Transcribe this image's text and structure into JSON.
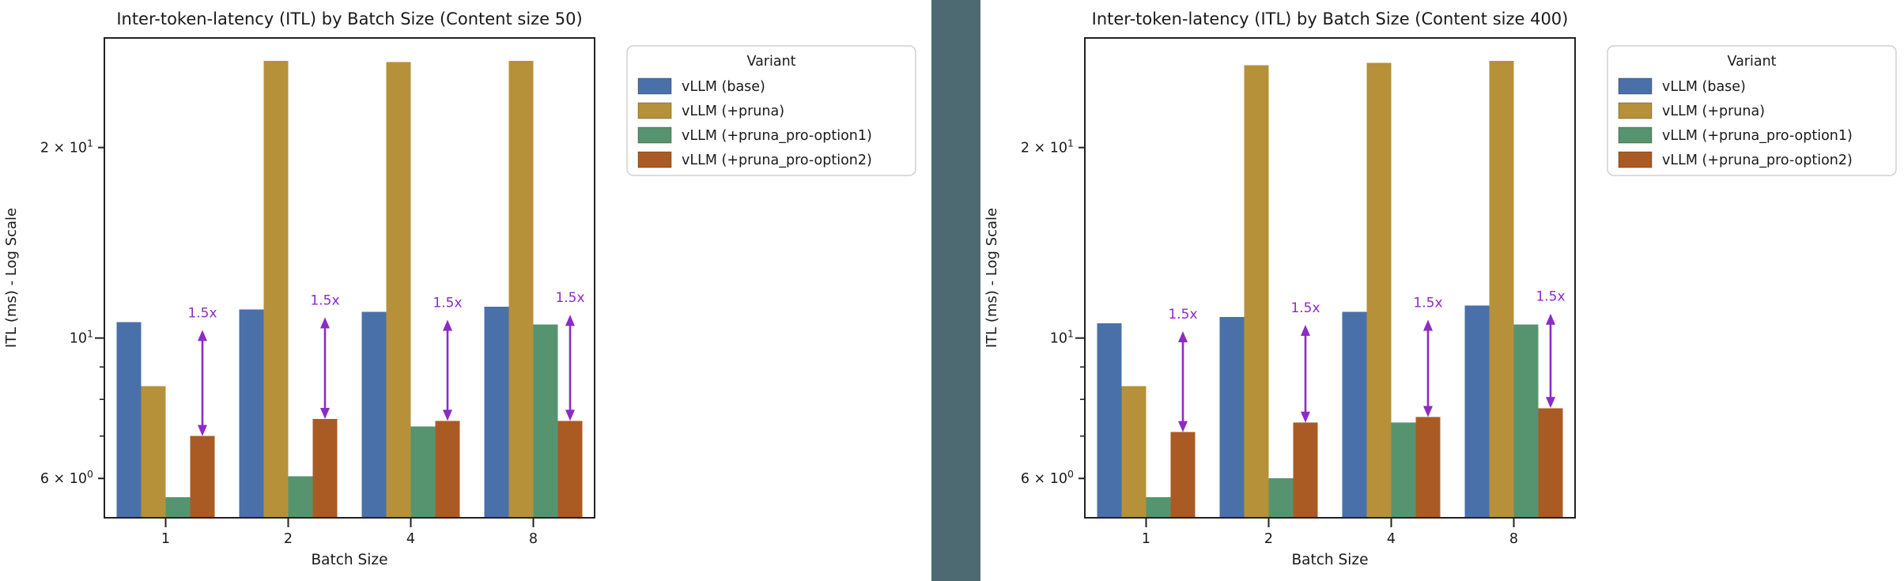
{
  "page": {
    "background": "#ffffff",
    "divider_color": "#4d6a72",
    "text_color": "#1a1a1a",
    "spine_color": "#222222"
  },
  "chart_data": [
    {
      "type": "bar",
      "title": "Inter-token-latency (ITL) by Batch Size (Content size 50)",
      "xlabel": "Batch Size",
      "ylabel": "ITL (ms) - Log Scale",
      "yscale": "log",
      "ylim": [
        5.2,
        29.8
      ],
      "grid": false,
      "categories": [
        "1",
        "2",
        "4",
        "8"
      ],
      "series": [
        {
          "name": "vLLM (base)",
          "color": "#4a70a9",
          "values": [
            10.6,
            11.1,
            11.0,
            11.2
          ]
        },
        {
          "name": "vLLM (+pruna)",
          "color": "#b6913a",
          "values": [
            8.4,
            27.4,
            27.3,
            27.4
          ]
        },
        {
          "name": "vLLM (+pruna_pro-option1)",
          "color": "#56946f",
          "values": [
            5.6,
            6.05,
            7.25,
            10.5
          ]
        },
        {
          "name": "vLLM (+pruna_pro-option2)",
          "color": "#aa5b24",
          "values": [
            7.0,
            7.45,
            7.4,
            7.4
          ]
        }
      ],
      "yticks": [
        {
          "v": 6,
          "mantissa": "6 × 10",
          "exponent": "0"
        },
        {
          "v": 10,
          "mantissa": "10",
          "exponent": "1"
        },
        {
          "v": 20,
          "mantissa": "2 × 10",
          "exponent": "1"
        }
      ],
      "yticks_minor": [
        7,
        8,
        9
      ],
      "legend_title": "Variant",
      "legend_position": "outside-right",
      "annotation": {
        "color": "#8d2bc5",
        "from_series_index": 0,
        "to_series_index": 3
      },
      "annotations": [
        {
          "category_index": 0,
          "label": "1.5x"
        },
        {
          "category_index": 1,
          "label": "1.5x"
        },
        {
          "category_index": 2,
          "label": "1.5x"
        },
        {
          "category_index": 3,
          "label": "1.5x"
        }
      ]
    },
    {
      "type": "bar",
      "title": "Inter-token-latency (ITL) by Batch Size (Content size 400)",
      "xlabel": "Batch Size",
      "ylabel": "ITL (ms) - Log Scale",
      "yscale": "log",
      "ylim": [
        5.2,
        29.8
      ],
      "grid": false,
      "categories": [
        "1",
        "2",
        "4",
        "8"
      ],
      "series": [
        {
          "name": "vLLM (base)",
          "color": "#4a70a9",
          "values": [
            10.55,
            10.8,
            11.0,
            11.25
          ]
        },
        {
          "name": "vLLM (+pruna)",
          "color": "#b6913a",
          "values": [
            8.4,
            27.0,
            27.2,
            27.4
          ]
        },
        {
          "name": "vLLM (+pruna_pro-option1)",
          "color": "#56946f",
          "values": [
            5.6,
            6.0,
            7.35,
            10.5
          ]
        },
        {
          "name": "vLLM (+pruna_pro-option2)",
          "color": "#aa5b24",
          "values": [
            7.1,
            7.35,
            7.5,
            7.75
          ]
        }
      ],
      "yticks": [
        {
          "v": 6,
          "mantissa": "6 × 10",
          "exponent": "0"
        },
        {
          "v": 10,
          "mantissa": "10",
          "exponent": "1"
        },
        {
          "v": 20,
          "mantissa": "2 × 10",
          "exponent": "1"
        }
      ],
      "yticks_minor": [
        7,
        8,
        9
      ],
      "legend_title": "Variant",
      "legend_position": "outside-right",
      "annotation": {
        "color": "#8d2bc5",
        "from_series_index": 0,
        "to_series_index": 3
      },
      "annotations": [
        {
          "category_index": 0,
          "label": "1.5x"
        },
        {
          "category_index": 1,
          "label": "1.5x"
        },
        {
          "category_index": 2,
          "label": "1.5x"
        },
        {
          "category_index": 3,
          "label": "1.5x"
        }
      ]
    }
  ]
}
